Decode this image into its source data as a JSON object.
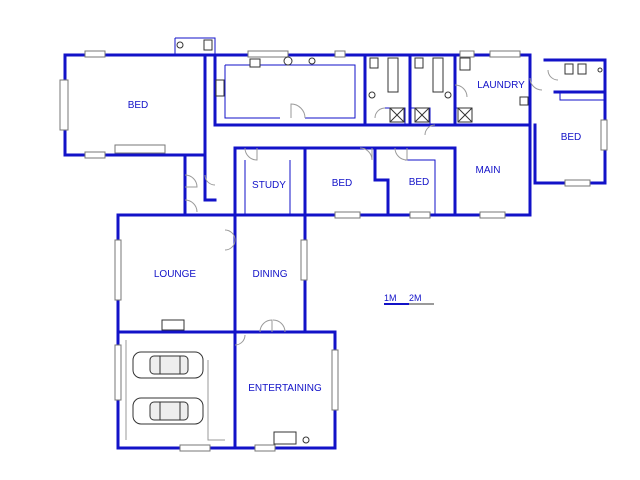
{
  "rooms": {
    "bed_west": "BED",
    "laundry": "LAUNDRY",
    "bed_east": "BED",
    "study": "STUDY",
    "bed_center": "BED",
    "bed_small": "BED",
    "main": "MAIN",
    "lounge": "LOUNGE",
    "dining": "DINING",
    "entertaining": "ENTERTAINING"
  },
  "scale_bar": {
    "label_1": "1M",
    "label_2": "2M"
  },
  "colors": {
    "walls": "#1212c8",
    "fixtures": "#333333",
    "windows": "#777777"
  }
}
